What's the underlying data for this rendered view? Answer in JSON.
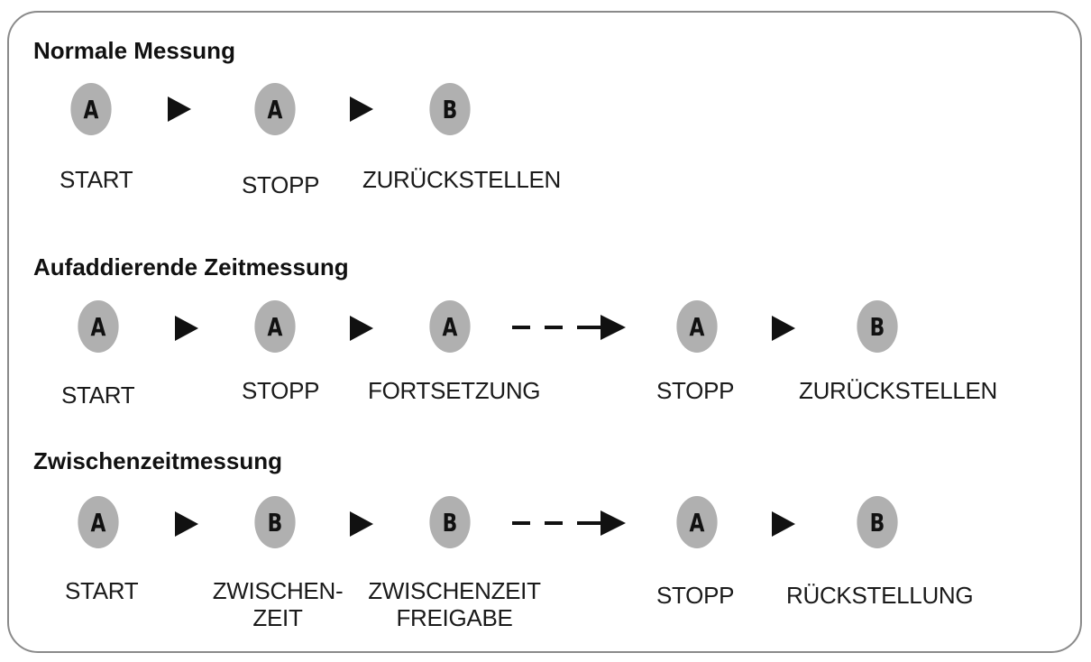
{
  "sections": [
    {
      "title": "Normale Messung",
      "steps": [
        {
          "button": "A",
          "label": [
            "START"
          ]
        },
        {
          "button": "A",
          "label": [
            "STOPP"
          ]
        },
        {
          "button": "B",
          "label": [
            "ZURÜCKSTELLEN"
          ]
        }
      ],
      "connectors": [
        "solid",
        "solid"
      ]
    },
    {
      "title": "Aufaddierende Zeitmessung",
      "steps": [
        {
          "button": "A",
          "label": [
            "START"
          ]
        },
        {
          "button": "A",
          "label": [
            "STOPP"
          ]
        },
        {
          "button": "A",
          "label": [
            "FORTSETZUNG"
          ]
        },
        {
          "button": "A",
          "label": [
            "STOPP"
          ]
        },
        {
          "button": "B",
          "label": [
            "ZURÜCKSTELLEN"
          ]
        }
      ],
      "connectors": [
        "solid",
        "solid",
        "dashed",
        "solid"
      ]
    },
    {
      "title": "Zwischenzeitmessung",
      "steps": [
        {
          "button": "A",
          "label": [
            "START"
          ]
        },
        {
          "button": "B",
          "label": [
            "ZWISCHEN-",
            "ZEIT"
          ]
        },
        {
          "button": "B",
          "label": [
            "ZWISCHENZEIT",
            "FREIGABE"
          ]
        },
        {
          "button": "A",
          "label": [
            "STOPP"
          ]
        },
        {
          "button": "B",
          "label": [
            "RÜCKSTELLUNG"
          ]
        }
      ],
      "connectors": [
        "solid",
        "solid",
        "dashed",
        "solid"
      ]
    }
  ],
  "colors": {
    "button_fill": "#b0b0b0",
    "text": "#111111",
    "frame_border": "#8a8a8a"
  }
}
